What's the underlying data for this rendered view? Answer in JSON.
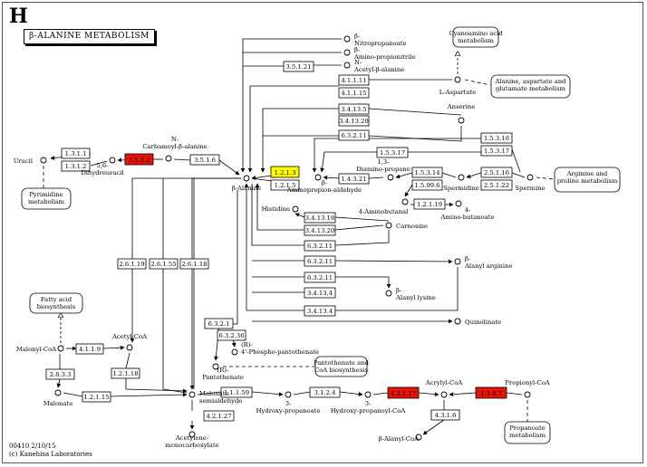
{
  "panel_letter": "H",
  "map_title": "β-ALANINE METABOLISM",
  "footer": {
    "line1": "00410 2/10/15",
    "line2": "(c) Kanehisa Laboratories"
  },
  "colors": {
    "highlight_red": "#e8140a",
    "highlight_yellow": "#ffff00",
    "line": "#000000"
  },
  "enzymes": [
    {
      "id": "e1",
      "label": "1.3.1.1",
      "color": "white"
    },
    {
      "id": "e2",
      "label": "1.3.1.2",
      "color": "white"
    },
    {
      "id": "e3",
      "label": "3.5.2.2",
      "color": "red"
    },
    {
      "id": "e4",
      "label": "3.5.1.6",
      "color": "white"
    },
    {
      "id": "e5",
      "label": "3.5.1.21",
      "color": "white"
    },
    {
      "id": "e6",
      "label": "4.1.1.11",
      "color": "white"
    },
    {
      "id": "e7",
      "label": "4.1.1.15",
      "color": "white"
    },
    {
      "id": "e8",
      "label": "3.4.13.5",
      "color": "white"
    },
    {
      "id": "e9",
      "label": "3.4.13.20",
      "color": "white"
    },
    {
      "id": "e10",
      "label": "6.3.2.11",
      "color": "white"
    },
    {
      "id": "e11",
      "label": "1.5.3.17",
      "color": "white"
    },
    {
      "id": "e12",
      "label": "1.5.3.16",
      "color": "white"
    },
    {
      "id": "e13",
      "label": "1.5.3.17",
      "color": "white"
    },
    {
      "id": "e14",
      "label": "1.2.1.3",
      "color": "yellow"
    },
    {
      "id": "e15",
      "label": "1.2.1.5",
      "color": "white"
    },
    {
      "id": "e16",
      "label": "1.4.3.21",
      "color": "white"
    },
    {
      "id": "e17",
      "label": "1.5.3.14",
      "color": "white"
    },
    {
      "id": "e18",
      "label": "1.5.99.6",
      "color": "white"
    },
    {
      "id": "e19",
      "label": "2.5.1.16",
      "color": "white"
    },
    {
      "id": "e20",
      "label": "2.5.1.22",
      "color": "white"
    },
    {
      "id": "e21",
      "label": "1.2.1.19",
      "color": "white"
    },
    {
      "id": "e22",
      "label": "3.4.13.18",
      "color": "white"
    },
    {
      "id": "e23",
      "label": "3.4.13.20",
      "color": "white"
    },
    {
      "id": "e24",
      "label": "6.3.2.11",
      "color": "white"
    },
    {
      "id": "e25",
      "label": "6.3.2.11",
      "color": "white"
    },
    {
      "id": "e26",
      "label": "6.3.2.11",
      "color": "white"
    },
    {
      "id": "e27",
      "label": "3.4.13.4",
      "color": "white"
    },
    {
      "id": "e28",
      "label": "3.4.13.4",
      "color": "white"
    },
    {
      "id": "e29",
      "label": "2.6.1.19",
      "color": "white"
    },
    {
      "id": "e30",
      "label": "2.6.1.55",
      "color": "white"
    },
    {
      "id": "e31",
      "label": "2.6.1.18",
      "color": "white"
    },
    {
      "id": "e32",
      "label": "6.3.2.1",
      "color": "white"
    },
    {
      "id": "e33",
      "label": "6.3.2.36",
      "color": "white"
    },
    {
      "id": "e34",
      "label": "4.1.1.9",
      "color": "white"
    },
    {
      "id": "e35",
      "label": "2.8.3.3",
      "color": "white"
    },
    {
      "id": "e36",
      "label": "1.2.1.18",
      "color": "white"
    },
    {
      "id": "e37",
      "label": "1.2.1.15",
      "color": "white"
    },
    {
      "id": "e38",
      "label": "1.1.1.59",
      "color": "white"
    },
    {
      "id": "e39",
      "label": "3.1.2.4",
      "color": "white"
    },
    {
      "id": "e40",
      "label": "4.2.1.17",
      "color": "red"
    },
    {
      "id": "e41",
      "label": "1.3.8.7",
      "color": "red"
    },
    {
      "id": "e42",
      "label": "4.2.1.27",
      "color": "white"
    },
    {
      "id": "e43",
      "label": "4.3.1.6",
      "color": "white"
    }
  ],
  "compounds": [
    {
      "id": "c1",
      "label": "β-Nitropropanoate"
    },
    {
      "id": "c2",
      "label": "β-Amino-propionitrile"
    },
    {
      "id": "c3",
      "label": "N-Acetyl-β-alanine"
    },
    {
      "id": "c4",
      "label": "L-Aspartate"
    },
    {
      "id": "c5",
      "label": "Uracil"
    },
    {
      "id": "c6",
      "label": "5,6-Dihydrouracil"
    },
    {
      "id": "c7",
      "label": "N-Carbamoyl-β-alanine"
    },
    {
      "id": "c8",
      "label": "β-Alanine"
    },
    {
      "id": "c9",
      "label": "Anserine"
    },
    {
      "id": "c10",
      "label": "β-Aminopropion-aldehyde"
    },
    {
      "id": "c11",
      "label": "1,3-Diamino-propane"
    },
    {
      "id": "c12",
      "label": "Spermidine"
    },
    {
      "id": "c13",
      "label": "Spermine"
    },
    {
      "id": "c14",
      "label": "4-Aminobutanal"
    },
    {
      "id": "c15",
      "label": "4-Amino-butanoate"
    },
    {
      "id": "c16",
      "label": "Histidine"
    },
    {
      "id": "c17",
      "label": "Carnosine"
    },
    {
      "id": "c18",
      "label": "β-Alanyl arginine"
    },
    {
      "id": "c19",
      "label": "β-Alanyl lysine"
    },
    {
      "id": "c20",
      "label": "Quinolinate"
    },
    {
      "id": "c21",
      "label": "(R)-4'-Phospho-pantothenate"
    },
    {
      "id": "c22",
      "label": "(R)-Pantothenate"
    },
    {
      "id": "c23",
      "label": "Malonyl-CoA"
    },
    {
      "id": "c24",
      "label": "Acetyl-CoA"
    },
    {
      "id": "c25",
      "label": "Malonate"
    },
    {
      "id": "c26",
      "label": "Malonate semialdehyde"
    },
    {
      "id": "c27",
      "label": "3-Hydroxy-propanoate"
    },
    {
      "id": "c28",
      "label": "3-Hydroxy-propanoyl-CoA"
    },
    {
      "id": "c29",
      "label": "Acrylyl-CoA"
    },
    {
      "id": "c30",
      "label": "Propionyl-CoA"
    },
    {
      "id": "c31",
      "label": "Acetylene-monocarboxylate"
    },
    {
      "id": "c32",
      "label": "β-Alanyl-CoA"
    }
  ],
  "maps": [
    {
      "id": "m1",
      "label": "Cyanoamino acid metabolism"
    },
    {
      "id": "m2",
      "label": "Alanine, aspartate and glutamate metabolism"
    },
    {
      "id": "m3",
      "label": "Arginine and proline metabolism"
    },
    {
      "id": "m4",
      "label": "Pyrimidine metabolism"
    },
    {
      "id": "m5",
      "label": "Fatty acid biosynthesis"
    },
    {
      "id": "m6",
      "label": "Pantothenate and CoA biosynthesis"
    },
    {
      "id": "m7",
      "label": "Propanoate metabolism"
    }
  ]
}
